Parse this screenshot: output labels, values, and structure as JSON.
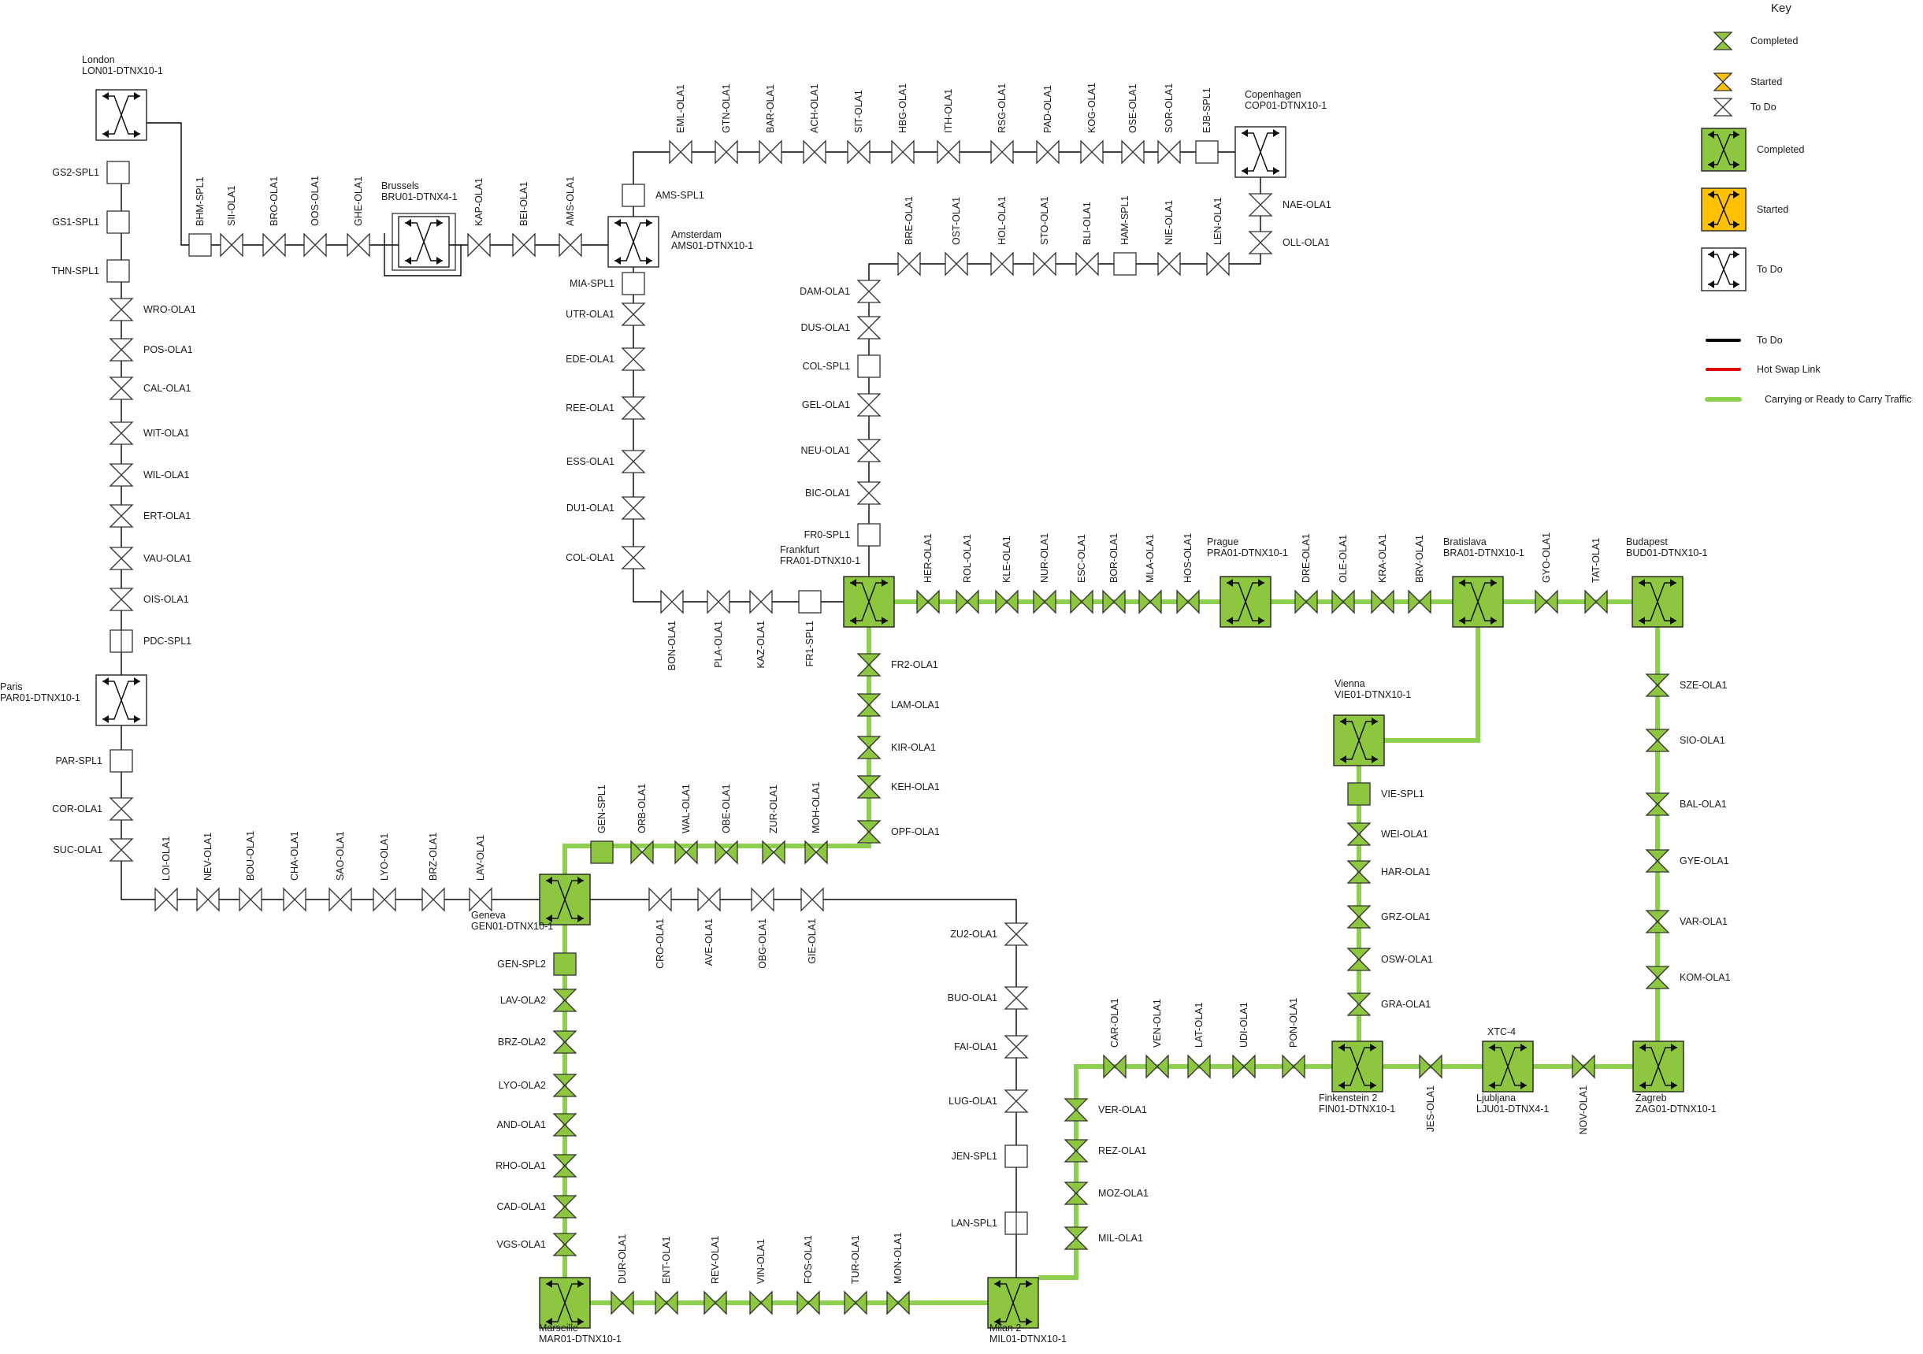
{
  "colors": {
    "completed": "#8dc63f",
    "started": "#ffc000",
    "todo_fill": "#ffffff",
    "link_todo": "#000000",
    "link_hotswap": "#e00000",
    "link_carrying": "#8dcf4f"
  },
  "key": {
    "title": "Key",
    "small": [
      {
        "label": "Completed",
        "status": "completed"
      },
      {
        "label": "Started",
        "status": "started"
      },
      {
        "label": "To Do",
        "status": "todo"
      }
    ],
    "big": [
      {
        "label": "Completed",
        "status": "completed"
      },
      {
        "label": "Started",
        "status": "started"
      },
      {
        "label": "To Do",
        "status": "todo"
      }
    ],
    "lines": [
      {
        "label": "To Do",
        "kind": "todo"
      },
      {
        "label": "Hot Swap Link",
        "kind": "hotswap"
      },
      {
        "label": "Carrying or Ready to Carry Traffic",
        "kind": "carrying"
      }
    ]
  },
  "sites": {
    "lon": {
      "city": "London",
      "code": "LON01-DTNX10-1",
      "status": "todo"
    },
    "par": {
      "city": "Paris",
      "code": "PAR01-DTNX10-1",
      "status": "todo"
    },
    "bru": {
      "city": "Brussels",
      "code": "BRU01-DTNX4-1",
      "status": "todo"
    },
    "ams": {
      "city": "Amsterdam",
      "code": "AMS01-DTNX10-1",
      "status": "todo"
    },
    "cop": {
      "city": "Copenhagen",
      "code": "COP01-DTNX10-1",
      "status": "todo"
    },
    "fra": {
      "city": "Frankfurt",
      "code": "FRA01-DTNX10-1",
      "status": "completed"
    },
    "pra": {
      "city": "Prague",
      "code": "PRA01-DTNX10-1",
      "status": "completed"
    },
    "bra": {
      "city": "Bratislava",
      "code": "BRA01-DTNX10-1",
      "status": "completed"
    },
    "bud": {
      "city": "Budapest",
      "code": "BUD01-DTNX10-1",
      "status": "completed"
    },
    "vie": {
      "city": "Vienna",
      "code": "VIE01-DTNX10-1",
      "status": "completed"
    },
    "gen": {
      "city": "Geneva",
      "code": "GEN01-DTNX10-1",
      "status": "completed"
    },
    "mar": {
      "city": "Marseille",
      "code": "MAR01-DTNX10-1",
      "status": "completed"
    },
    "mil": {
      "city": "Milan 2",
      "code": "MIL01-DTNX10-1",
      "status": "completed"
    },
    "fin": {
      "city": "Finkenstein 2",
      "code": "FIN01-DTNX10-1",
      "status": "completed"
    },
    "lju": {
      "city": "Ljubljana",
      "code": "LJU01-DTNX4-1",
      "status": "completed",
      "extra": "XTC-4"
    },
    "zag": {
      "city": "Zagreb",
      "code": "ZAG01-DTNX10-1",
      "status": "completed"
    }
  },
  "links": {
    "lon_par": {
      "status": "todo",
      "elements": [
        {
          "label": "GS2-SPL1",
          "type": "spl",
          "status": "todo"
        },
        {
          "label": "GS1-SPL1",
          "type": "spl",
          "status": "todo"
        },
        {
          "label": "THN-SPL1",
          "type": "spl",
          "status": "todo"
        },
        {
          "label": "WRO-OLA1",
          "type": "ola",
          "status": "todo"
        },
        {
          "label": "POS-OLA1",
          "type": "ola",
          "status": "todo"
        },
        {
          "label": "CAL-OLA1",
          "type": "ola",
          "status": "todo"
        },
        {
          "label": "WIT-OLA1",
          "type": "ola",
          "status": "todo"
        },
        {
          "label": "WIL-OLA1",
          "type": "ola",
          "status": "todo"
        },
        {
          "label": "ERT-OLA1",
          "type": "ola",
          "status": "todo"
        },
        {
          "label": "VAU-OLA1",
          "type": "ola",
          "status": "todo"
        },
        {
          "label": "OIS-OLA1",
          "type": "ola",
          "status": "todo"
        },
        {
          "label": "PDC-SPL1",
          "type": "spl2",
          "status": "todo"
        }
      ]
    },
    "lon_bru": {
      "status": "todo",
      "elements": [
        {
          "label": "BHM-SPL1",
          "type": "spl",
          "status": "todo"
        },
        {
          "label": "SII-OLA1",
          "type": "ola",
          "status": "todo"
        },
        {
          "label": "BRO-OLA1",
          "type": "ola",
          "status": "todo"
        },
        {
          "label": "OOS-OLA1",
          "type": "ola",
          "status": "todo"
        },
        {
          "label": "GHE-OLA1",
          "type": "ola",
          "status": "todo"
        }
      ]
    },
    "bru_ams": {
      "status": "todo",
      "elements": [
        {
          "label": "KAP-OLA1",
          "type": "ola",
          "status": "todo"
        },
        {
          "label": "BEI-OLA1",
          "type": "ola",
          "status": "todo"
        },
        {
          "label": "AMS-OLA1",
          "type": "ola",
          "status": "todo"
        }
      ]
    },
    "ams_cop": {
      "status": "todo",
      "elements": [
        {
          "label": "AMS-SPL1",
          "type": "spl",
          "status": "todo"
        },
        {
          "label": "EML-OLA1",
          "type": "ola",
          "status": "todo"
        },
        {
          "label": "GTN-OLA1",
          "type": "ola",
          "status": "todo"
        },
        {
          "label": "BAR-OLA1",
          "type": "ola",
          "status": "todo"
        },
        {
          "label": "ACH-OLA1",
          "type": "ola",
          "status": "todo"
        },
        {
          "label": "SIT-OLA1",
          "type": "ola",
          "status": "todo"
        },
        {
          "label": "HBG-OLA1",
          "type": "ola",
          "status": "todo"
        },
        {
          "label": "ITH-OLA1",
          "type": "ola",
          "status": "todo"
        },
        {
          "label": "RSG-OLA1",
          "type": "ola",
          "status": "todo"
        },
        {
          "label": "PAD-OLA1",
          "type": "ola",
          "status": "todo"
        },
        {
          "label": "KOG-OLA1",
          "type": "ola",
          "status": "todo"
        },
        {
          "label": "OSE-OLA1",
          "type": "ola",
          "status": "todo"
        },
        {
          "label": "SOR-OLA1",
          "type": "ola",
          "status": "todo"
        },
        {
          "label": "EJB-SPL1",
          "type": "spl",
          "status": "todo"
        }
      ]
    },
    "cop_fra": {
      "status": "todo",
      "elements": [
        {
          "label": "NAE-OLA1",
          "type": "ola",
          "status": "todo"
        },
        {
          "label": "OLL-OLA1",
          "type": "ola",
          "status": "todo"
        },
        {
          "label": "LEN-OLA1",
          "type": "ola",
          "status": "todo"
        },
        {
          "label": "NIE-OLA1",
          "type": "ola",
          "status": "todo"
        },
        {
          "label": "HAM-SPL1",
          "type": "spl",
          "status": "todo"
        },
        {
          "label": "BLI-OLA1",
          "type": "ola",
          "status": "todo"
        },
        {
          "label": "STO-OLA1",
          "type": "ola",
          "status": "todo"
        },
        {
          "label": "HOL-OLA1",
          "type": "ola",
          "status": "todo"
        },
        {
          "label": "OST-OLA1",
          "type": "ola",
          "status": "todo"
        },
        {
          "label": "BRE-OLA1",
          "type": "ola",
          "status": "todo"
        },
        {
          "label": "DAM-OLA1",
          "type": "ola",
          "status": "todo"
        },
        {
          "label": "DUS-OLA1",
          "type": "ola",
          "status": "todo"
        },
        {
          "label": "COL-SPL1",
          "type": "spl",
          "status": "todo"
        },
        {
          "label": "GEL-OLA1",
          "type": "ola",
          "status": "todo"
        },
        {
          "label": "NEU-OLA1",
          "type": "ola",
          "status": "todo"
        },
        {
          "label": "BIC-OLA1",
          "type": "ola",
          "status": "todo"
        },
        {
          "label": "FR0-SPL1",
          "type": "spl",
          "status": "todo"
        }
      ]
    },
    "ams_fra": {
      "status": "todo",
      "elements": [
        {
          "label": "MIA-SPL1",
          "type": "spl",
          "status": "todo"
        },
        {
          "label": "UTR-OLA1",
          "type": "ola",
          "status": "todo"
        },
        {
          "label": "EDE-OLA1",
          "type": "ola",
          "status": "todo"
        },
        {
          "label": "REE-OLA1",
          "type": "ola",
          "status": "todo"
        },
        {
          "label": "ESS-OLA1",
          "type": "ola",
          "status": "todo"
        },
        {
          "label": "DU1-OLA1",
          "type": "ola",
          "status": "todo"
        },
        {
          "label": "COL-OLA1",
          "type": "ola",
          "status": "todo"
        },
        {
          "label": "BON-OLA1",
          "type": "ola",
          "status": "todo"
        },
        {
          "label": "PLA-OLA1",
          "type": "ola",
          "status": "todo"
        },
        {
          "label": "KAZ-OLA1",
          "type": "ola",
          "status": "todo"
        },
        {
          "label": "FR1-SPL1",
          "type": "spl",
          "status": "todo"
        }
      ]
    },
    "fra_pra": {
      "status": "carrying",
      "elements": [
        {
          "label": "HER-OLA1",
          "type": "ola",
          "status": "completed"
        },
        {
          "label": "ROL-OLA1",
          "type": "ola",
          "status": "completed"
        },
        {
          "label": "KLE-OLA1",
          "type": "ola",
          "status": "completed"
        },
        {
          "label": "NUR-OLA1",
          "type": "ola",
          "status": "completed"
        },
        {
          "label": "ESC-OLA1",
          "type": "ola",
          "status": "completed"
        },
        {
          "label": "BOR-OLA1",
          "type": "ola",
          "status": "completed"
        },
        {
          "label": "MLA-OLA1",
          "type": "ola",
          "status": "completed"
        },
        {
          "label": "HOS-OLA1",
          "type": "ola",
          "status": "completed"
        }
      ]
    },
    "pra_bra": {
      "status": "carrying",
      "elements": [
        {
          "label": "DRE-OLA1",
          "type": "ola",
          "status": "completed"
        },
        {
          "label": "OLE-OLA1",
          "type": "ola",
          "status": "completed"
        },
        {
          "label": "KRA-OLA1",
          "type": "ola",
          "status": "completed"
        },
        {
          "label": "BRV-OLA1",
          "type": "ola",
          "status": "completed"
        }
      ]
    },
    "bra_bud": {
      "status": "carrying",
      "elements": [
        {
          "label": "GYO-OLA1",
          "type": "ola",
          "status": "completed"
        },
        {
          "label": "TAT-OLA1",
          "type": "ola",
          "status": "completed"
        }
      ]
    },
    "bud_zag": {
      "status": "carrying",
      "elements": [
        {
          "label": "SZE-OLA1",
          "type": "ola",
          "status": "completed"
        },
        {
          "label": "SIO-OLA1",
          "type": "ola",
          "status": "completed"
        },
        {
          "label": "BAL-OLA1",
          "type": "ola",
          "status": "completed"
        },
        {
          "label": "GYE-OLA1",
          "type": "ola",
          "status": "completed"
        },
        {
          "label": "VAR-OLA1",
          "type": "ola",
          "status": "completed"
        },
        {
          "label": "KOM-OLA1",
          "type": "ola",
          "status": "completed"
        }
      ]
    },
    "bra_vie": {
      "status": "carrying",
      "elements": []
    },
    "vie_fin": {
      "status": "carrying",
      "elements": [
        {
          "label": "VIE-SPL1",
          "type": "spl",
          "status": "completed"
        },
        {
          "label": "WEI-OLA1",
          "type": "ola",
          "status": "completed"
        },
        {
          "label": "HAR-OLA1",
          "type": "ola",
          "status": "completed"
        },
        {
          "label": "GRZ-OLA1",
          "type": "ola",
          "status": "completed"
        },
        {
          "label": "OSW-OLA1",
          "type": "ola",
          "status": "completed"
        },
        {
          "label": "GRA-OLA1",
          "type": "ola",
          "status": "completed"
        }
      ]
    },
    "fin_lju": {
      "status": "carrying",
      "elements": [
        {
          "label": "JES-OLA1",
          "type": "ola",
          "status": "completed"
        }
      ]
    },
    "lju_zag": {
      "status": "carrying",
      "elements": [
        {
          "label": "NOV-OLA1",
          "type": "ola",
          "status": "completed"
        }
      ]
    },
    "fin_mil": {
      "status": "carrying",
      "elements": [
        {
          "label": "PON-OLA1",
          "type": "ola",
          "status": "completed"
        },
        {
          "label": "UDI-OLA1",
          "type": "ola",
          "status": "completed"
        },
        {
          "label": "LAT-OLA1",
          "type": "ola",
          "status": "completed"
        },
        {
          "label": "VEN-OLA1",
          "type": "ola",
          "status": "completed"
        },
        {
          "label": "CAR-OLA1",
          "type": "ola",
          "status": "completed"
        },
        {
          "label": "VER-OLA1",
          "type": "ola",
          "status": "completed"
        },
        {
          "label": "REZ-OLA1",
          "type": "ola",
          "status": "completed"
        },
        {
          "label": "MOZ-OLA1",
          "type": "ola",
          "status": "completed"
        },
        {
          "label": "MIL-OLA1",
          "type": "ola",
          "status": "completed"
        }
      ]
    },
    "fra_gen": {
      "status": "carrying",
      "elements": [
        {
          "label": "FR2-OLA1",
          "type": "ola",
          "status": "completed"
        },
        {
          "label": "LAM-OLA1",
          "type": "ola",
          "status": "completed"
        },
        {
          "label": "KIR-OLA1",
          "type": "ola",
          "status": "completed"
        },
        {
          "label": "KEH-OLA1",
          "type": "ola",
          "status": "completed"
        },
        {
          "label": "OPF-OLA1",
          "type": "ola",
          "status": "completed"
        },
        {
          "label": "MOH-OLA1",
          "type": "ola",
          "status": "completed"
        },
        {
          "label": "ZUR-OLA1",
          "type": "ola",
          "status": "completed"
        },
        {
          "label": "OBE-OLA1",
          "type": "ola",
          "status": "completed"
        },
        {
          "label": "WAL-OLA1",
          "type": "ola",
          "status": "completed"
        },
        {
          "label": "ORB-OLA1",
          "type": "ola",
          "status": "completed"
        },
        {
          "label": "GEN-SPL1",
          "type": "spl",
          "status": "completed"
        }
      ]
    },
    "par_gen": {
      "status": "todo",
      "elements": [
        {
          "label": "PAR-SPL1",
          "type": "spl",
          "status": "todo"
        },
        {
          "label": "COR-OLA1",
          "type": "ola",
          "status": "todo"
        },
        {
          "label": "SUC-OLA1",
          "type": "ola",
          "status": "todo"
        },
        {
          "label": "LOI-OLA1",
          "type": "ola",
          "status": "todo"
        },
        {
          "label": "NEV-OLA1",
          "type": "ola",
          "status": "todo"
        },
        {
          "label": "BOU-OLA1",
          "type": "ola",
          "status": "todo"
        },
        {
          "label": "CHA-OLA1",
          "type": "ola",
          "status": "todo"
        },
        {
          "label": "SAO-OLA1",
          "type": "ola",
          "status": "todo"
        },
        {
          "label": "LYO-OLA1",
          "type": "ola",
          "status": "todo"
        },
        {
          "label": "BRZ-OLA1",
          "type": "ola",
          "status": "todo"
        },
        {
          "label": "LAV-OLA1",
          "type": "ola",
          "status": "todo"
        }
      ]
    },
    "gen_mil": {
      "status": "todo",
      "elements": [
        {
          "label": "CRO-OLA1",
          "type": "ola",
          "status": "todo"
        },
        {
          "label": "AVE-OLA1",
          "type": "ola",
          "status": "todo"
        },
        {
          "label": "OBG-OLA1",
          "type": "ola",
          "status": "todo"
        },
        {
          "label": "GIE-OLA1",
          "type": "ola",
          "status": "todo"
        },
        {
          "label": "ZU2-OLA1",
          "type": "ola",
          "status": "todo"
        },
        {
          "label": "BUO-OLA1",
          "type": "ola",
          "status": "todo"
        },
        {
          "label": "FAI-OLA1",
          "type": "ola",
          "status": "todo"
        },
        {
          "label": "LUG-OLA1",
          "type": "ola",
          "status": "todo"
        },
        {
          "label": "JEN-SPL1",
          "type": "spl",
          "status": "todo"
        },
        {
          "label": "LAN-SPL1",
          "type": "spl2",
          "status": "todo"
        }
      ]
    },
    "gen_mar": {
      "status": "carrying",
      "elements": [
        {
          "label": "GEN-SPL2",
          "type": "spl",
          "status": "completed"
        },
        {
          "label": "LAV-OLA2",
          "type": "ola",
          "status": "completed"
        },
        {
          "label": "BRZ-OLA2",
          "type": "ola",
          "status": "completed"
        },
        {
          "label": "LYO-OLA2",
          "type": "ola",
          "status": "completed"
        },
        {
          "label": "AND-OLA1",
          "type": "ola",
          "status": "completed"
        },
        {
          "label": "RHO-OLA1",
          "type": "ola",
          "status": "completed"
        },
        {
          "label": "CAD-OLA1",
          "type": "ola",
          "status": "completed"
        },
        {
          "label": "VGS-OLA1",
          "type": "ola",
          "status": "completed"
        }
      ]
    },
    "mar_mil": {
      "status": "carrying",
      "elements": [
        {
          "label": "DUR-OLA1",
          "type": "ola",
          "status": "completed"
        },
        {
          "label": "ENT-OLA1",
          "type": "ola",
          "status": "completed"
        },
        {
          "label": "REV-OLA1",
          "type": "ola",
          "status": "completed"
        },
        {
          "label": "VIN-OLA1",
          "type": "ola",
          "status": "completed"
        },
        {
          "label": "FOS-OLA1",
          "type": "ola",
          "status": "completed"
        },
        {
          "label": "TUR-OLA1",
          "type": "ola",
          "status": "completed"
        },
        {
          "label": "MON-OLA1",
          "type": "ola",
          "status": "completed"
        }
      ]
    }
  }
}
